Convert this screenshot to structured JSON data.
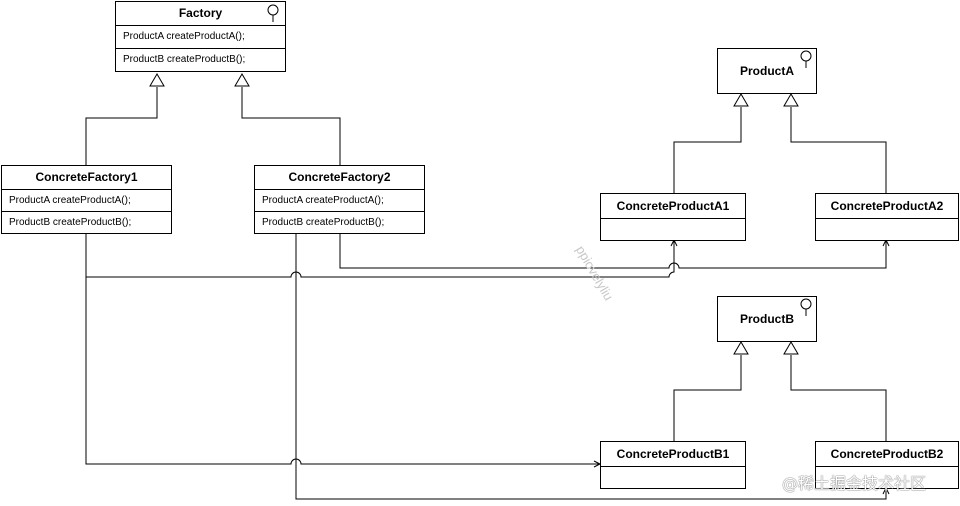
{
  "factory": {
    "title": "Factory",
    "methods": [
      "ProductA createProductA();",
      "ProductB createProductB();"
    ]
  },
  "concrete_factory_1": {
    "title": "ConcreteFactory1",
    "methods": [
      "ProductA createProductA();",
      "ProductB createProductB();"
    ]
  },
  "concrete_factory_2": {
    "title": "ConcreteFactory2",
    "methods": [
      "ProductA createProductA();",
      "ProductB createProductB();"
    ]
  },
  "product_a": {
    "title": "ProductA"
  },
  "product_b": {
    "title": "ProductB"
  },
  "concrete_product_a1": {
    "title": "ConcreteProductA1"
  },
  "concrete_product_a2": {
    "title": "ConcreteProductA2"
  },
  "concrete_product_b1": {
    "title": "ConcreteProductB1"
  },
  "concrete_product_b2": {
    "title": "ConcreteProductB2"
  },
  "watermark": "ppiovelyliu",
  "brand": "@稀土掘金技术社区",
  "colors": {
    "line": "#000000",
    "background": "#ffffff",
    "watermark": "#c8c8c8"
  }
}
